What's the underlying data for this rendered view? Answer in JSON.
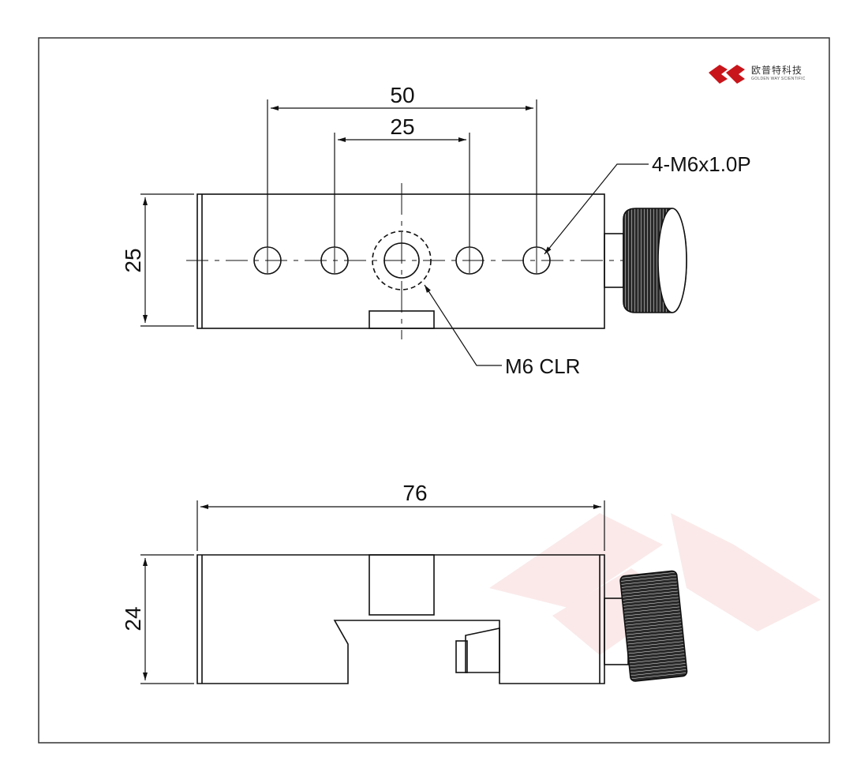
{
  "logo": {
    "company_cn": "欧普特科技",
    "company_en": "GOLDEN WAY SCIENTIFIC",
    "brand_color": "#c8151b"
  },
  "top_view": {
    "dim_outer_spacing": "50",
    "dim_inner_spacing": "25",
    "dim_height": "25",
    "callout_thread": "4-M6x1.0P",
    "callout_clearance": "M6 CLR"
  },
  "side_view": {
    "dim_length": "76",
    "dim_height": "24"
  },
  "colors": {
    "line": "#111111",
    "frame": "#333333",
    "watermark": "#fbe9e9"
  }
}
